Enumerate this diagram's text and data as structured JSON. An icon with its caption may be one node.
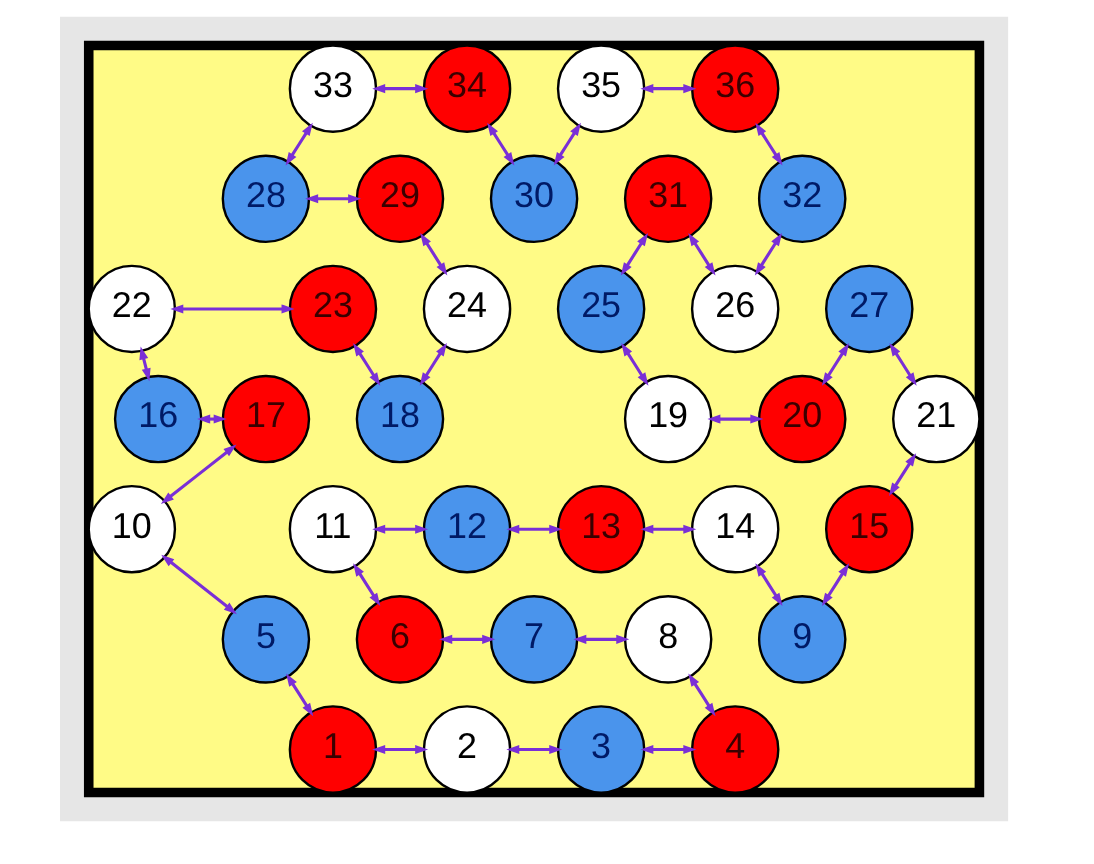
{
  "diagram": {
    "nodes": [
      {
        "text": [],
        "shape": "hexagon"
      },
      {
        "text": [
          "1"
        ],
        "in": 0
      },
      {
        "text": [
          "2"
        ],
        "in": 0
      },
      {
        "text": [
          "3"
        ],
        "in": 0
      },
      {
        "text": [
          "4"
        ],
        "in": 0
      },
      {
        "text": [
          "5"
        ],
        "in": 0
      },
      {
        "text": [
          "6"
        ],
        "in": 0
      },
      {
        "text": [
          "7"
        ],
        "in": 0
      },
      {
        "text": [
          "8"
        ],
        "in": 0
      },
      {
        "text": [
          "9"
        ],
        "in": 0
      },
      {
        "text": [
          "10"
        ],
        "in": 0
      },
      {
        "text": [
          "11"
        ],
        "in": 0
      },
      {
        "text": [
          "12"
        ],
        "in": 0
      },
      {
        "text": [
          "13"
        ],
        "in": 0
      },
      {
        "text": [
          "14"
        ],
        "in": 0
      },
      {
        "text": [
          "15"
        ],
        "in": 0
      },
      {
        "text": [
          "16"
        ],
        "in": 0
      },
      {
        "text": [
          "17"
        ],
        "in": 0
      },
      {
        "text": [
          "18"
        ],
        "in": 0
      },
      {
        "text": [
          "19"
        ],
        "in": 0
      },
      {
        "text": [
          "20"
        ],
        "in": 0
      },
      {
        "text": [
          "21"
        ],
        "in": 0
      },
      {
        "text": [
          "22"
        ],
        "in": 0
      },
      {
        "text": [
          "23"
        ],
        "in": 0
      },
      {
        "text": [
          "24"
        ],
        "in": 0
      },
      {
        "text": [
          "25"
        ],
        "in": 0
      },
      {
        "text": [
          "26"
        ],
        "in": 0
      },
      {
        "text": [
          "27"
        ],
        "in": 0
      },
      {
        "text": [
          "28"
        ],
        "in": 0
      },
      {
        "text": [
          "29"
        ],
        "in": 0
      },
      {
        "text": [
          "30"
        ],
        "in": 0
      },
      {
        "text": [
          "31"
        ],
        "in": 0
      },
      {
        "text": [
          "32"
        ],
        "in": 0
      },
      {
        "text": [
          "33"
        ],
        "in": 0
      },
      {
        "text": [
          "34"
        ],
        "in": 0
      },
      {
        "text": [
          "35"
        ],
        "in": 0
      },
      {
        "text": [
          "36"
        ],
        "in": 0
      }
    ],
    "edges": [
      {
        "from": 1,
        "to": 2,
        "arrow": "both"
      },
      {
        "from": 2,
        "to": 3,
        "arrow": "both"
      },
      {
        "from": 3,
        "to": 4,
        "arrow": "both"
      },
      {
        "from": 8,
        "to": 4,
        "arrow": "both"
      },
      {
        "from": 7,
        "to": 8,
        "arrow": "both"
      },
      {
        "from": 6,
        "to": 7,
        "arrow": "both"
      },
      {
        "from": 11,
        "to": 6,
        "arrow": "both"
      },
      {
        "from": 11,
        "to": 12,
        "arrow": "both"
      },
      {
        "from": 12,
        "to": 13,
        "arrow": "both"
      },
      {
        "from": 13,
        "to": 14,
        "arrow": "both"
      },
      {
        "from": 14,
        "to": 9,
        "arrow": "both"
      },
      {
        "from": 15,
        "to": 9,
        "arrow": "both"
      },
      {
        "from": 21,
        "to": 15,
        "arrow": "both"
      },
      {
        "from": 27,
        "to": 21,
        "arrow": "both"
      },
      {
        "from": 27,
        "to": 20,
        "arrow": "both"
      },
      {
        "from": 19,
        "to": 20,
        "arrow": "both"
      },
      {
        "from": 25,
        "to": 19,
        "arrow": "both"
      },
      {
        "from": 31,
        "to": 25,
        "arrow": "both"
      },
      {
        "from": 31,
        "to": 26,
        "arrow": "both"
      },
      {
        "from": 32,
        "to": 26,
        "arrow": "both"
      },
      {
        "from": 36,
        "to": 32,
        "arrow": "both"
      },
      {
        "from": 35,
        "to": 36,
        "arrow": "both"
      },
      {
        "from": 35,
        "to": 30,
        "arrow": "both"
      },
      {
        "from": 34,
        "to": 30,
        "arrow": "both"
      },
      {
        "from": 33,
        "to": 34,
        "arrow": "both"
      },
      {
        "from": 33,
        "to": 28,
        "arrow": "both"
      },
      {
        "from": 28,
        "to": 29,
        "arrow": "both"
      },
      {
        "from": 29,
        "to": 24,
        "arrow": "both"
      },
      {
        "from": 24,
        "to": 18,
        "arrow": "both"
      },
      {
        "from": 23,
        "to": 18,
        "arrow": "both"
      },
      {
        "from": 22,
        "to": 23,
        "arrow": "both"
      },
      {
        "from": 22,
        "to": 16,
        "arrow": "both"
      },
      {
        "from": 16,
        "to": 17,
        "arrow": "both"
      },
      {
        "from": 17,
        "to": 10,
        "arrow": "both"
      },
      {
        "from": 10,
        "to": 5,
        "arrow": "both"
      },
      {
        "from": 5,
        "to": 1,
        "arrow": "both"
      }
    ]
  }
}
